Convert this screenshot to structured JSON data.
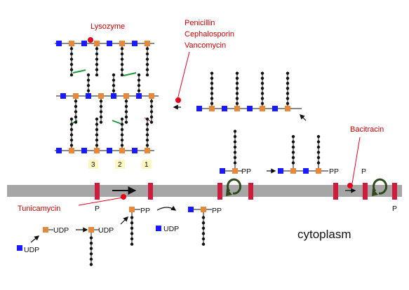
{
  "labels": {
    "lysozyme": "Lysozyme",
    "penicillin": "Penicillin",
    "cephalosporin": "Cephalosporin",
    "vancomycin": "Vancomycin",
    "bacitracin": "Bacitracin",
    "tunicamycin": "Tunicamycin",
    "cytoplasm": "cytoplasm",
    "udp": "UDP",
    "pp": "PP",
    "p": "P",
    "crosslink_numbers": [
      "3",
      "2",
      "1"
    ]
  },
  "colors": {
    "nag": "#1a1aff",
    "nam": "#e8883a",
    "membrane": "#a6a6a6",
    "carrier": "#d01c3c",
    "inhibitor": "#e8001c",
    "crosslink": "#1f9a3a",
    "flip_arrow": "#2d4a1a",
    "number_box": "#fff7c2"
  }
}
